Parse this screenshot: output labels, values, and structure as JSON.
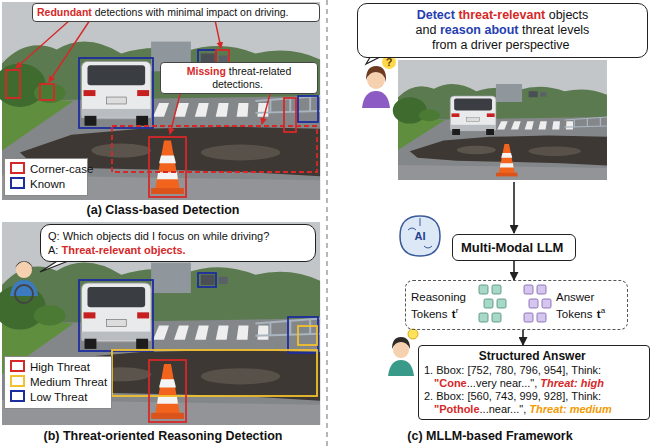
{
  "diagram": {
    "nodes": [
      {
        "text": [
          "Redundant",
          "detections with minimal impact on driving."
        ]
      },
      {
        "text": [
          "Missing",
          "threat-related detections."
        ]
      },
      {
        "text": [
          "Q: Which objects did I focus on while driving?",
          "A:",
          "Threat-relevant objects."
        ]
      },
      {
        "text": [
          "Detect",
          "threat-relevant",
          "objects and",
          "reason about",
          "threat levels from a driver perspective"
        ]
      },
      {
        "text": [
          "Multi-Modal LLM"
        ]
      },
      {
        "text": [
          "Reasoning Tokens",
          "t",
          "r",
          "Answer Tokens",
          "t",
          "a"
        ]
      },
      {
        "text": [
          "Structured Answer",
          "1. Bbox: [752, 780, 796, 954], Think:",
          "\"Cone",
          "...very near...\",",
          "Threat: high",
          "2. Bbox: [560, 743, 999, 928], Think:",
          "\"Pothole",
          "...near...\",",
          "Threat: medium"
        ]
      }
    ],
    "edges": [
      {
        "from": 4,
        "to": 5,
        "arrow": "to"
      },
      {
        "from": 5,
        "to": 6,
        "arrow": "to"
      }
    ],
    "labels": [
      "(a) Class-based Detection",
      "(b) Threat-oriented Reasoning Detection",
      "(c) MLLM-based Framework",
      "AI",
      "?"
    ],
    "legend": [
      {
        "text": "Corner-case",
        "color": "#d62828"
      },
      {
        "text": "Known",
        "color": "#1c2e9e"
      },
      {
        "text": "High Threat",
        "color": "#d62828"
      },
      {
        "text": "Medium Threat",
        "color": "#f2c12e"
      },
      {
        "text": "Low Threat",
        "color": "#1c2e9e"
      }
    ]
  }
}
